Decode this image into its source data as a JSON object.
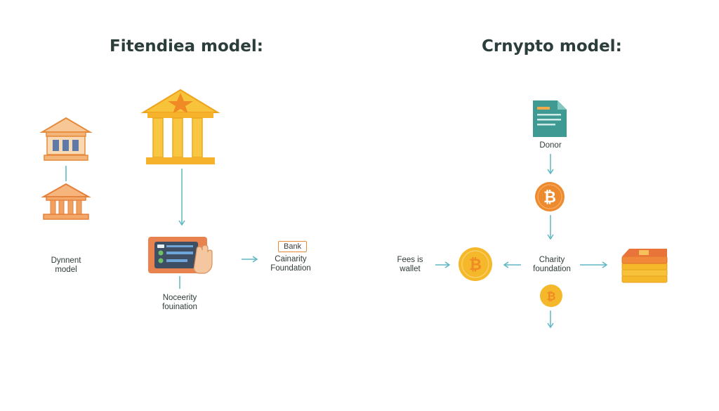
{
  "traditional": {
    "title": "Fitendiea model:",
    "side_label": [
      "Dynnent",
      "model"
    ],
    "node_label": [
      "Noceerity",
      "fouination"
    ],
    "bank_tag": "Bank",
    "bank_label": [
      "Cainarity",
      "Foundation"
    ]
  },
  "crypto": {
    "title": "Crnypto model:",
    "donor_label": "Donor",
    "fees_label": [
      "Fees is",
      "wallet"
    ],
    "charity_label": [
      "Charity",
      "foundation"
    ],
    "coin_symbol": "₿"
  },
  "colors": {
    "arrow": "#5fb7c4",
    "orange": "#ee8a2e",
    "gold": "#f4b82a",
    "teal_doc": "#3f9a94"
  },
  "icons": [
    "bank-building-icon",
    "bank-building-icon",
    "bank-building-icon",
    "payment-terminal-icon",
    "document-icon",
    "bitcoin-coin-icon",
    "bitcoin-coin-icon",
    "bitcoin-coin-icon",
    "coin-stack-icon"
  ]
}
